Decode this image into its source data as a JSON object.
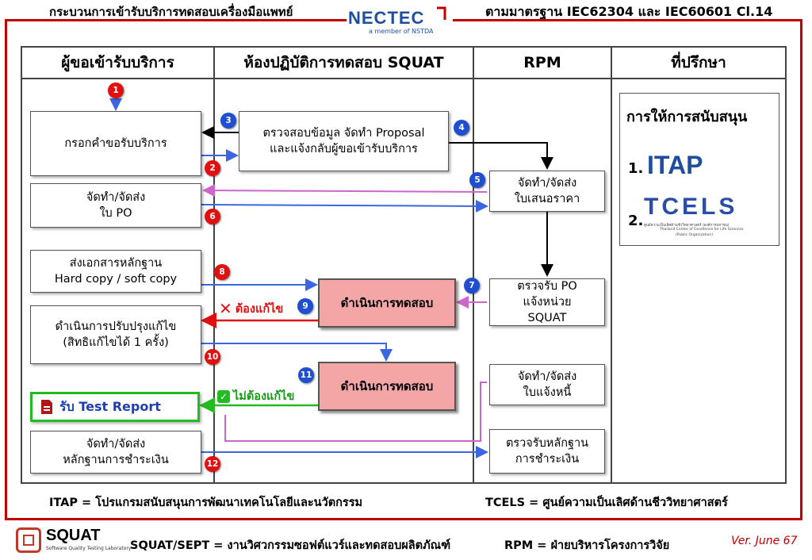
{
  "header": {
    "title_left": "กระบวนการเข้ารับบริการทดสอบเครื่องมือแพทย์",
    "title_right": "ตามมาตรฐาน IEC62304 และ IEC60601 Cl.14",
    "logo_main": "NECTEC",
    "logo_sub": "a member of NSTDA"
  },
  "columns": [
    {
      "label": "ผู้ขอเข้ารับบริการ"
    },
    {
      "label": "ห้องปฏิบัติการทดสอบ SQUAT"
    },
    {
      "label": "RPM"
    },
    {
      "label": "ที่ปรึกษา"
    }
  ],
  "boxes": {
    "request_form": [
      "กรอกคำขอรับบริการ"
    ],
    "check_info": [
      "ตรวจสอบข้อมูล จัดทำ Proposal",
      "และแจ้งกลับผู้ขอเข้ารับบริการ"
    ],
    "quotation": [
      "จัดทำ/จัดส่ง",
      "ใบเสนอราคา"
    ],
    "po": [
      "จัดทำ/จัดส่ง",
      "ใบ PO"
    ],
    "evidence": [
      "ส่งเอกสารหลักฐาน",
      "Hard copy / soft copy"
    ],
    "test1": "ดำเนินการทดสอบ",
    "receive_po": [
      "ตรวจรับ PO",
      "แจ้งหน่วย",
      "SQUAT"
    ],
    "improve": [
      "ดำเนินการปรับปรุงแก้ไข",
      "(สิทธิแก้ไขได้ 1 ครั้ง)"
    ],
    "test2": "ดำเนินการทดสอบ",
    "invoice": [
      "จัดทำ/จัดส่ง",
      "ใบแจ้งหนี้"
    ],
    "report": "รับ Test Report",
    "payment_send": [
      "จัดทำ/จัดส่ง",
      "หลักฐานการชำระเงิน"
    ],
    "payment_check": [
      "ตรวจรับหลักฐาน",
      "การชำระเงิน"
    ]
  },
  "labels": {
    "need_fix": "ต้องแก้ไข",
    "no_fix": "ไม่ต้องแก้ไข"
  },
  "steps": [
    "1",
    "2",
    "3",
    "4",
    "5",
    "6",
    "7",
    "8",
    "9",
    "10",
    "11",
    "12"
  ],
  "support": {
    "title": "การให้การสนับสนุน",
    "item1_num": "1.",
    "item1": "ITAP",
    "item2_num": "2.",
    "item2": "TCELS",
    "item2_sub1": "ศูนย์ความเป็นเลิศด้านชีววิทยาศาสตร์ (องค์การมหาชน)",
    "item2_sub2": "Thailand Center of Excellence for Life Sciences",
    "item2_sub3": "(Public Organization)"
  },
  "footer": {
    "itap_def": "ITAP = โปรแกรมสนับสนุนการพัฒนาเทคโนโลยีและนวัตกรรม",
    "tcels_def": "TCELS = ศูนย์ความเป็นเลิศด้านชีววิทยาศาสตร์",
    "squat_logo": "SQUAT",
    "squat_tagline": "Software Quality Testing Laboratory",
    "squat_def": "SQUAT/SEPT = งานวิศวกรรมซอฟต์แวร์และทดสอบผลิตภัณฑ์",
    "rpm_def": "RPM = ฝ่ายบริหารโครงการวิจัย",
    "version": "Ver. June 67"
  },
  "colors": {
    "frame": "#c00000",
    "blue_arrow": "#3a66e0",
    "pink_arrow": "#cc66cc",
    "black_arrow": "#000000",
    "red_arrow": "#e01010",
    "green": "#22bb22",
    "test_box": "#f4a6a6"
  }
}
